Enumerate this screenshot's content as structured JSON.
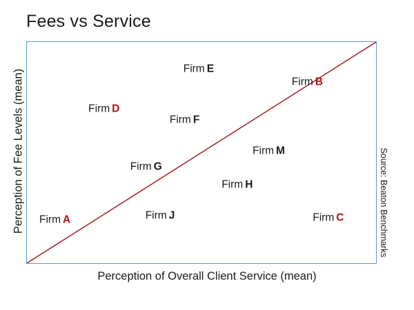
{
  "chart_data": {
    "type": "scatter",
    "title": "Fees vs Service",
    "xlabel": "Perception of Overall Client Service (mean)",
    "ylabel": "Perception of Fee Levels (mean)",
    "source": "Source: Beaton Benchmarks",
    "grid": false,
    "legend": "none",
    "axis_ticks": "none",
    "xlim": [
      0,
      100
    ],
    "ylim": [
      0,
      100
    ],
    "colors": {
      "plot_border": "#5b9bbf",
      "trendline": "#a62b2b",
      "label_text": "#1a1a1a",
      "highlight_code": "#b01116",
      "background": "#ffffff"
    },
    "trendline": {
      "name": "diagonal reference line",
      "from": [
        0,
        0
      ],
      "to": [
        100,
        100
      ],
      "color": "#a62b2b",
      "style": "solid"
    },
    "label_prefix": "Firm",
    "points": [
      {
        "code": "E",
        "label": "Firm E",
        "code_color": "#1a1a1a",
        "x": 49,
        "y": 88
      },
      {
        "code": "B",
        "label": "Firm B",
        "code_color": "#b01116",
        "x": 80,
        "y": 82
      },
      {
        "code": "D",
        "label": "Firm D",
        "code_color": "#b01116",
        "x": 22,
        "y": 70
      },
      {
        "code": "F",
        "label": "Firm F",
        "code_color": "#1a1a1a",
        "x": 45,
        "y": 65
      },
      {
        "code": "M",
        "label": "Firm M",
        "code_color": "#1a1a1a",
        "x": 69,
        "y": 51
      },
      {
        "code": "G",
        "label": "Firm G",
        "code_color": "#1a1a1a",
        "x": 34,
        "y": 44
      },
      {
        "code": "H",
        "label": "Firm H",
        "code_color": "#1a1a1a",
        "x": 60,
        "y": 36
      },
      {
        "code": "J",
        "label": "Firm J",
        "code_color": "#1a1a1a",
        "x": 38,
        "y": 22
      },
      {
        "code": "A",
        "label": "Firm A",
        "code_color": "#b01116",
        "x": 8,
        "y": 20
      },
      {
        "code": "C",
        "label": "Firm C",
        "code_color": "#b01116",
        "x": 86,
        "y": 21
      }
    ]
  }
}
